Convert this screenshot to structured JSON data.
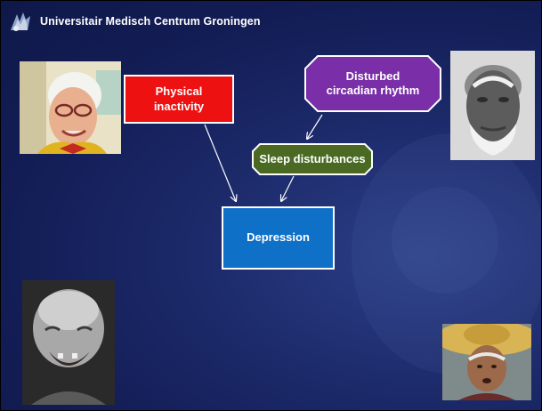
{
  "header": {
    "institution": "Universitair Medisch Centrum Groningen"
  },
  "diagram": {
    "nodes": {
      "physical_inactivity": "Physical\ninactivity",
      "circadian": "Disturbed\ncircadian rhythm",
      "sleep": "Sleep disturbances",
      "depression": "Depression"
    },
    "edges": [
      {
        "from": "physical_inactivity",
        "to": "depression"
      },
      {
        "from": "circadian",
        "to": "sleep"
      },
      {
        "from": "sleep",
        "to": "depression"
      }
    ]
  },
  "colors": {
    "background": "#151f5a",
    "physical_inactivity": "#ee1111",
    "circadian": "#7a2fa8",
    "sleep": "#4a6a24",
    "depression": "#0f70c8",
    "node_border": "#ffffff",
    "arrow": "#ffffff"
  },
  "icons": {
    "logo": "umcg-logo-icon",
    "photos": [
      "elderly-woman-glasses-photo",
      "elderly-man-beard-photo",
      "elderly-man-smiling-photo",
      "elderly-woman-straw-hat-photo"
    ]
  }
}
